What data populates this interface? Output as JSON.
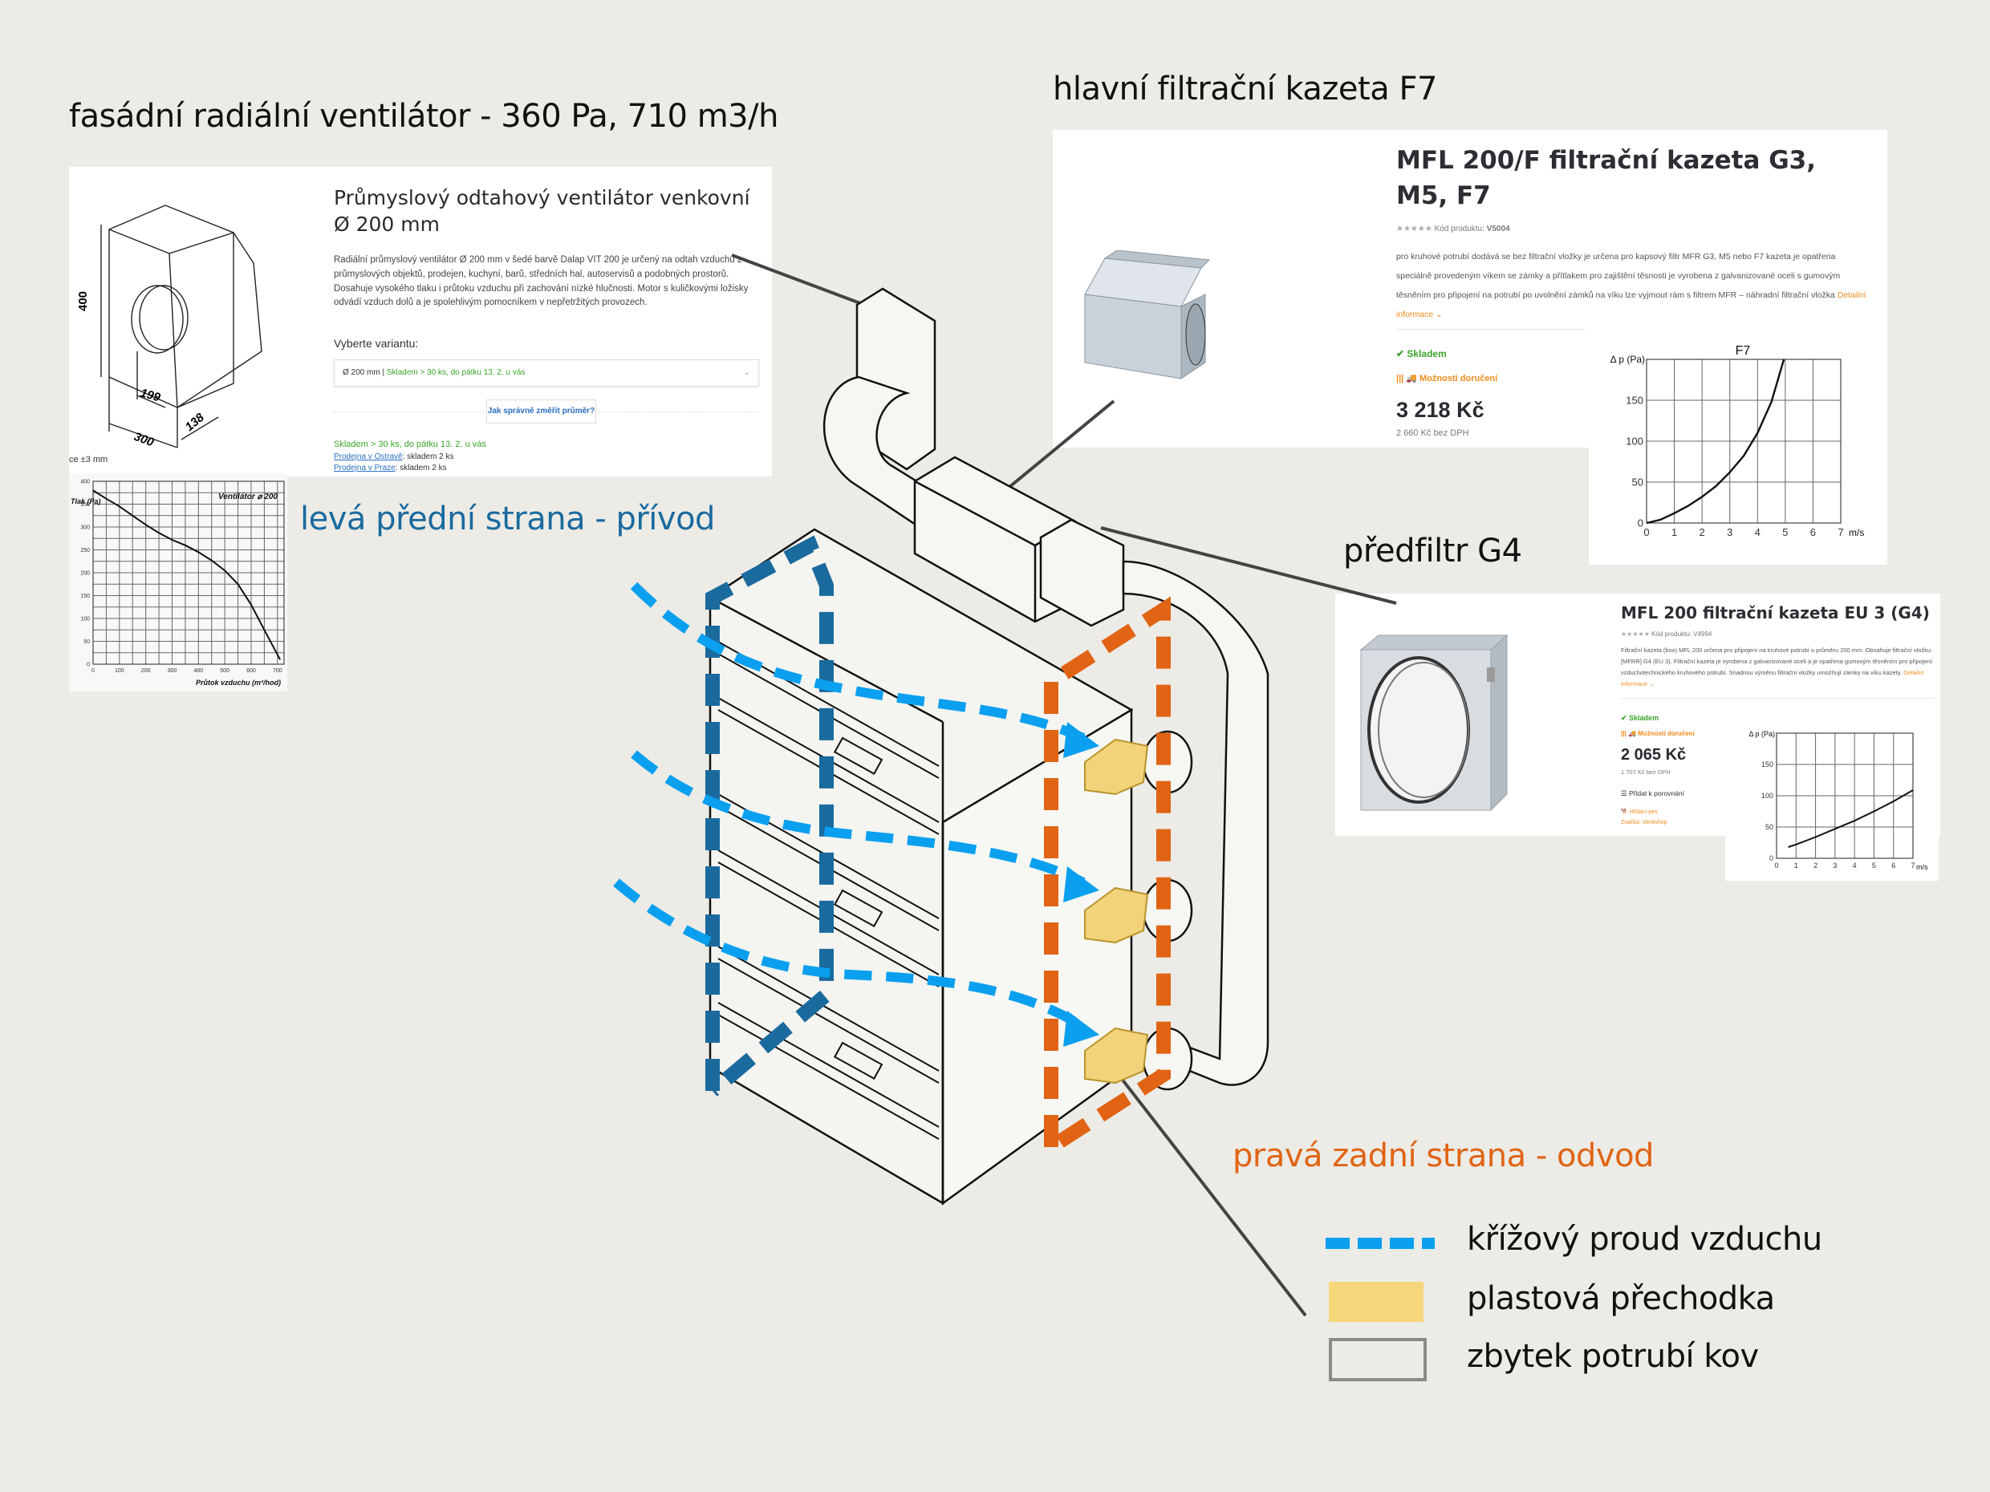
{
  "labels": {
    "fan": "fasádní radiální ventilátor - 360 Pa, 710 m3/h",
    "main_filter": "hlavní filtrační kazeta F7",
    "prefilter": "předfiltr G4",
    "left_side": "levá přední strana - přívod",
    "right_side": "pravá zadní strana - odvod"
  },
  "colors": {
    "supply_blue": "#1a6a9e",
    "airflow_blue": "#0aa0ef",
    "exhaust_orange": "#e06414",
    "adapter_yellow": "#f6d67a",
    "metal_grey": "#8a8a8a",
    "background": "#ecebe6"
  },
  "legend": [
    {
      "label": "křížový proud vzduchu",
      "swatch": "dashed-line",
      "color": "#0aa0ef"
    },
    {
      "label": "plastová přechodka",
      "swatch": "filled-rect",
      "color": "#f6d67a"
    },
    {
      "label": "zbytek potrubí kov",
      "swatch": "outlined-rect",
      "color": "#8a8a8a"
    }
  ],
  "fan_card": {
    "title_line1": "Průmyslový odtahový ventilátor venkovní",
    "title_line2": "Ø 200 mm",
    "description": "Radiální průmyslový ventilátor Ø 200 mm v šedé barvě Dalap VIT 200 je určený na odtah vzduchu z průmyslových objektů, prodejen, kuchyní, barů, středních hal, autoservisů a podobných prostorů. Dosahuje vysokého tlaku i průtoku vzduchu při zachování nízké hlučnosti. Motor s kuličkovými ložisky odvádí vzduch dolů a je spolehlivým pomocníkem v nepřetržitých provozech.",
    "variant_label": "Vyberte variantu:",
    "variant_size": "Ø 200 mm |",
    "variant_stock": "Skladem > 30 ks, do pátku 13. 2. u vás",
    "measure_button": "Jak správně změřit průměr?",
    "stock_status": "Skladem > 30 ks, do pátku 13. 2. u vás",
    "store1_link": "Prodejna v Ostravě",
    "store1_stock": ": skladem 2 ks",
    "store2_link": "Prodejna v Praze",
    "store2_stock": ": skladem 2 ks",
    "tolerance": "ce ±3 mm",
    "dimensions": {
      "height": "400",
      "width": "300",
      "depth": "138",
      "duct": "199"
    }
  },
  "f7_card": {
    "title": "MFL 200/F filtrační kazeta G3, M5, F7",
    "rating_label": "★★★★★",
    "code_label": "Kód produktu:",
    "code": "V5004",
    "description": "pro kruhové potrubí dodává se bez filtrační vložky je určena pro kapsový filtr MFR G3, M5 nebo F7 kazeta je opatřena speciálně provedeným víkem se zámky a přítlakem pro zajištění těsnosti je vyrobena z galvanizované oceli s gumovým těsněním pro připojení na potrubí po uvolnění zámků na víku lze vyjmout rám s filtrem MFR – náhradní filtrační vložka",
    "details_link": "Detailní informace ⌄",
    "stock": "Skladem",
    "delivery": "Možnosti doručení",
    "price": "3 218 Kč",
    "price_ex_vat": "2 660 Kč bez DPH"
  },
  "g4_card": {
    "title": "MFL 200 filtrační kazeta EU 3 (G4)",
    "rating_label": "★★★★★",
    "code_label": "Kód produktu:",
    "code": "V4994",
    "description": "Filtrační kazeta (box) MFL 200 určena pro připojení na kruhové potrubí o průměru 200 mm. Obsahuje filtrační vložku [MFRR] G4 (EU 3). Filtrační kazeta je vyrobena z galvanizované oceli a je opatřena gumovým těsněním pro připojení vzduchotechnického kruhového potrubí. Snadnou výměnu filtrační vložky umožňují zámky na víku kazety.",
    "details_link": "Detailní informace ⌄",
    "stock": "Skladem",
    "delivery": "Možnosti doručení",
    "price": "2 065 Kč",
    "price_ex_vat": "1 707 Kč bez DPH",
    "compare": "Přidat k porovnání",
    "watchdog": "Hlídací pes",
    "brand": "Značka: Ventishop"
  },
  "chart_data": [
    {
      "type": "line",
      "title": "Ventilátor ⌀ 200",
      "xlabel": "Průtok vzduchu (m³/hod)",
      "ylabel": "Tlak (Pa)",
      "xlim": [
        0,
        725
      ],
      "ylim": [
        0,
        400
      ],
      "xticks": [
        0,
        100,
        200,
        300,
        400,
        500,
        600,
        700
      ],
      "yticks": [
        0,
        50,
        100,
        150,
        200,
        250,
        300,
        350,
        400
      ],
      "grid": true,
      "series": [
        {
          "name": "Ventilátor ⌀ 200",
          "x": [
            0,
            50,
            100,
            150,
            200,
            250,
            300,
            350,
            400,
            450,
            500,
            550,
            600,
            650,
            710
          ],
          "y": [
            380,
            362,
            345,
            325,
            305,
            287,
            272,
            260,
            245,
            227,
            205,
            175,
            130,
            75,
            10
          ]
        }
      ]
    },
    {
      "type": "line",
      "title": "F7",
      "xlabel": "m/s",
      "ylabel": "Δ p (Pa)",
      "xlim": [
        0,
        7
      ],
      "ylim": [
        0,
        200
      ],
      "xticks": [
        0,
        1,
        2,
        3,
        4,
        5,
        6,
        7
      ],
      "yticks": [
        0,
        50,
        100,
        150
      ],
      "grid": true,
      "series": [
        {
          "name": "F7",
          "x": [
            0,
            0.5,
            1,
            1.5,
            2,
            2.5,
            3,
            3.5,
            4,
            4.5,
            4.95
          ],
          "y": [
            0,
            4,
            12,
            21,
            32,
            45,
            62,
            82,
            110,
            148,
            200
          ]
        }
      ]
    },
    {
      "type": "line",
      "title": "",
      "xlabel": "m/s",
      "ylabel": "Δ p (Pa)",
      "xlim": [
        0,
        7
      ],
      "ylim": [
        0,
        200
      ],
      "xticks": [
        0,
        1,
        2,
        3,
        4,
        5,
        6,
        7
      ],
      "yticks": [
        0,
        50,
        100,
        150
      ],
      "grid": true,
      "series": [
        {
          "name": "G4",
          "x": [
            0.6,
            1,
            2,
            3,
            4,
            5,
            6,
            7
          ],
          "y": [
            18,
            22,
            34,
            47,
            60,
            75,
            91,
            109
          ]
        }
      ]
    }
  ]
}
